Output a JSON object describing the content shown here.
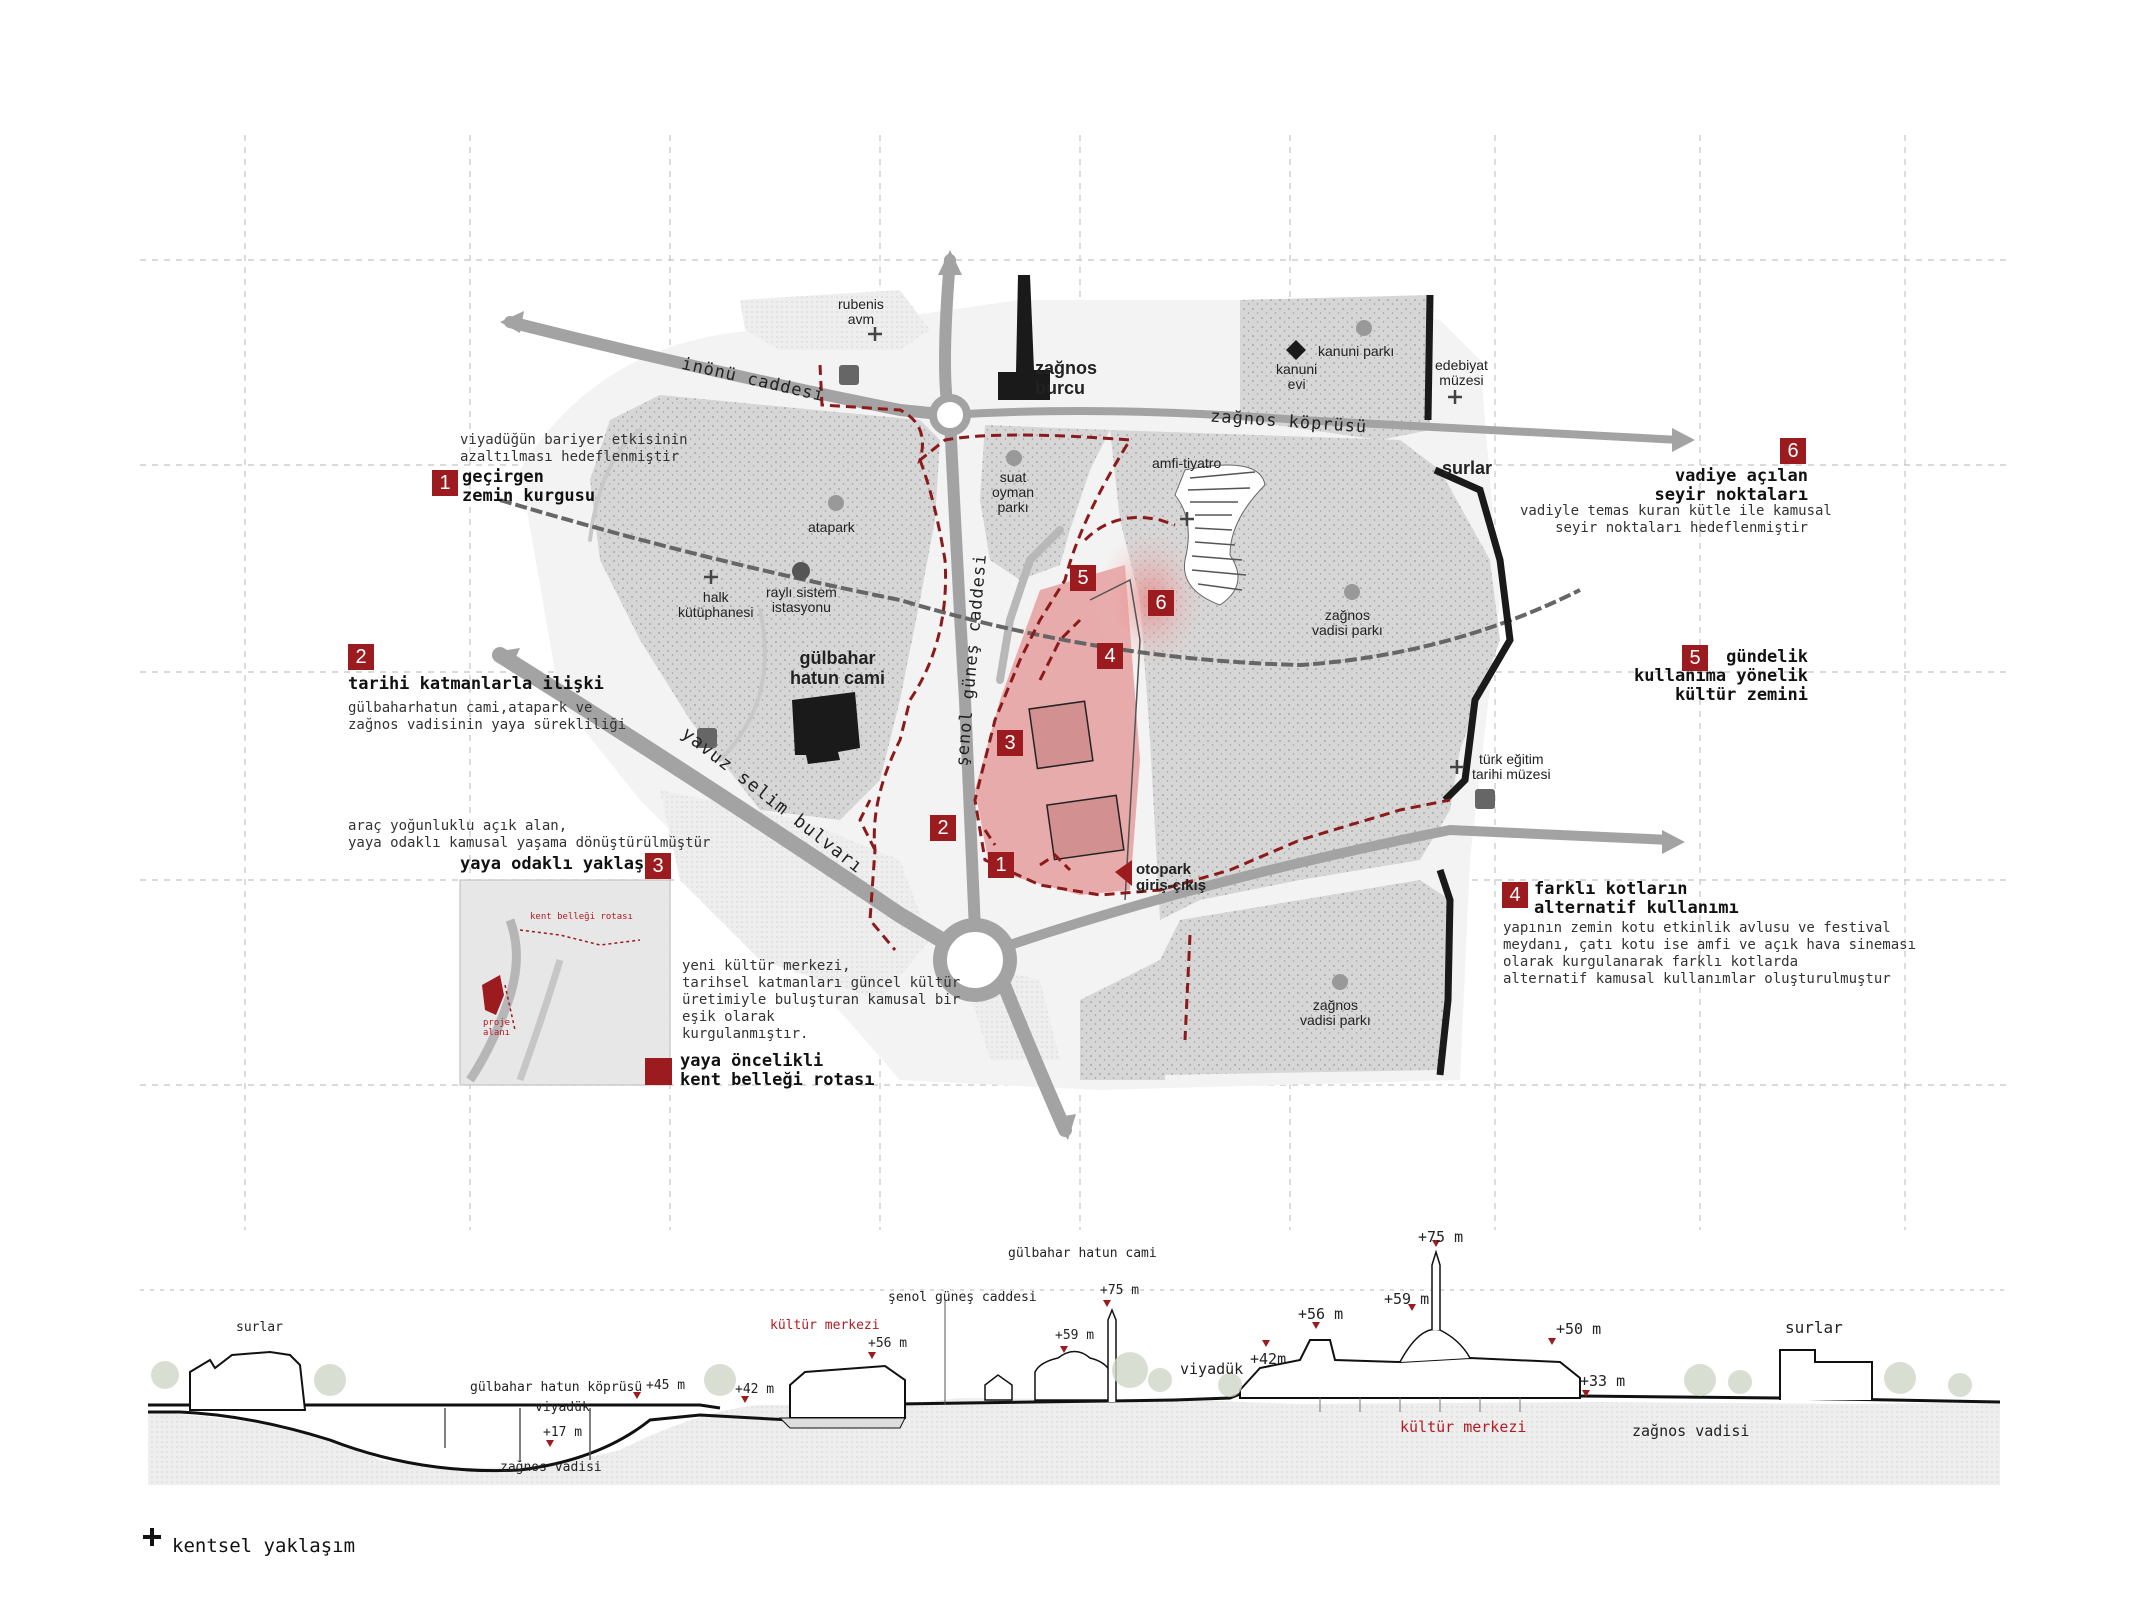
{
  "colors": {
    "accent": "#9b1b1f",
    "route": "#8b1a1a",
    "land": "#d9d9d9",
    "road": "#9e9e9e",
    "wall": "#1a1a1a",
    "project": "#e8a0a0"
  },
  "icons": [
    "plus-icon",
    "bus-icon",
    "metro-icon",
    "tree-icon",
    "diamond-icon"
  ],
  "map_labels": {
    "rubenis": "rubenis\navm",
    "zagnos_burcu": "zağnos\nburcu",
    "kanuni_evi": "kanuni\nevi",
    "kanuni_parki": "kanuni parkı",
    "edebiyat": "edebiyat\nmüzesi",
    "surlar_map": "surlar",
    "amfi": "amfi-tiyatro",
    "suat": "suat\noyman\nparkı",
    "atapark": "atapark",
    "halk": "halk\nkütüphanesi",
    "rayli": "raylı sistem\nistasyonu",
    "gulbahar": "gülbahar\nhatun cami",
    "zagnos_vadisi1": "zağnos\nvadisi parkı",
    "zagnos_vadisi2": "zağnos\nvadisi parkı",
    "turk": "türk eğitim\ntarihi müzesi",
    "otopark": "otopark\ngiriş-çıkış"
  },
  "roads": {
    "inonu": "inönü caddesi",
    "zagnos_koprusu": "zağnos köprüsü",
    "senol": "şenol güneş caddesi",
    "yavuz": "yavuz selim bulvarı"
  },
  "notes": {
    "n1_sub": "viyadüğün bariyer etkisinin\nazaltılması hedeflenmiştir",
    "n1_num": "1",
    "n1_title": "geçirgen\nzemin kurgusu",
    "n2_num": "2",
    "n2_title": "tarihi katmanlarla ilişki",
    "n2_sub": "gülbaharhatun cami,atapark ve\nzağnos vadisinin yaya sürekliliği",
    "n3_sub": "araç yoğunluklu açık alan,\nyaya odaklı kamusal yaşama dönüştürülmüştür",
    "n3_title": "yaya odaklı yaklaşım",
    "n3_num": "3",
    "n6_num": "6",
    "n6_title": "vadiye açılan\nseyir noktaları",
    "n6_sub": "vadiyle temas kuran kütle ile kamusal\nseyir noktaları hedeflenmiştir",
    "n5_num": "5",
    "n5_title": "gündelik\nkullanıma yönelik\nkültür zemini",
    "n4_num": "4",
    "n4_title": "farklı kotların\nalternatif kullanımı",
    "n4_sub": "yapının zemin kotu etkinlik avlusu ve festival\nmeydanı, çatı kotu ise amfi ve açık hava sineması\nolarak kurgulanarak farklı kotlarda\nalternatif kamusal kullanımlar oluşturulmuştur",
    "center_sub": "yeni kültür merkezi,\ntarihsel katmanları güncel kültür\nüretimiyle buluşturan kamusal bir\neşik olarak\nkurgulanmıştır.",
    "legend": "yaya öncelikli\nkent belleği rotası",
    "inset_route": "kent belleği rotası",
    "inset_area": "proje\nalanı"
  },
  "map_badges": [
    "1",
    "2",
    "3",
    "4",
    "5",
    "6"
  ],
  "section_left": {
    "surlar": "surlar",
    "kultur": "kültür merkezi",
    "senol": "şenol güneş caddesi",
    "gulbahar_cami": "gülbahar hatun cami",
    "kopru": "gülbahar hatun köprüsü",
    "viyaduk": "viyadük",
    "zagnos": "zağnos vadisi",
    "e45": "+45 m",
    "e42": "+42 m",
    "e56": "+56 m",
    "e59": "+59 m",
    "e75": "+75 m",
    "e17": "+17 m"
  },
  "section_right": {
    "viyaduk": "viyadük",
    "e42": "+42m",
    "e56": "+56 m",
    "e59": "+59 m",
    "e75": "+75 m",
    "e50": "+50 m",
    "e33": "+33 m",
    "kultur": "kültür merkezi",
    "zagnos": "zağnos vadisi",
    "surlar": "surlar"
  },
  "footer": "kentsel yaklaşım"
}
